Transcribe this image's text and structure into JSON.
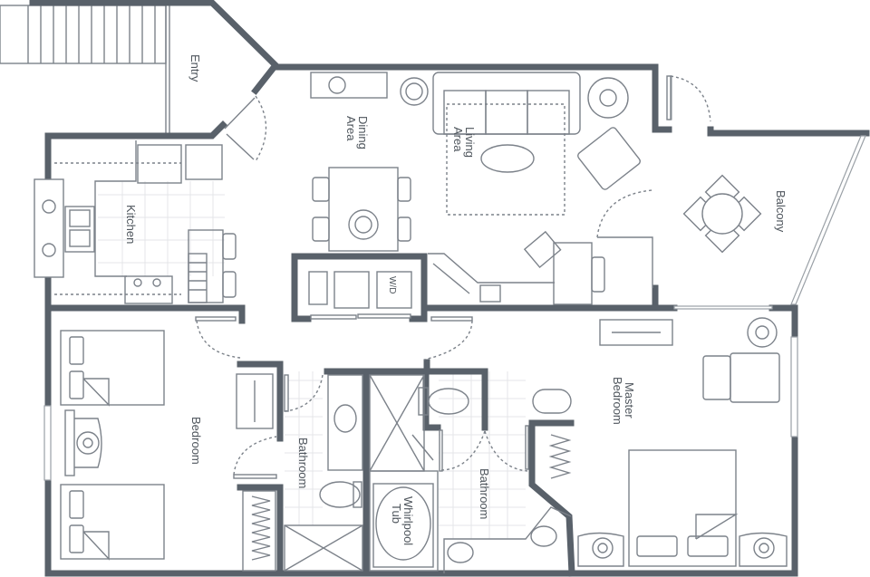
{
  "plan": {
    "wall_color": "#59616a",
    "line_color": "#7c828a",
    "background": "#ffffff"
  },
  "rooms": {
    "entry": "Entry",
    "dining": [
      "Dining",
      "Area"
    ],
    "living": [
      "Living",
      "Area"
    ],
    "kitchen": "Kitchen",
    "balcony": "Balcony",
    "bedroom": "Bedroom",
    "bathroom_1": "Bathroom",
    "bathroom_2": "Bathroom",
    "whirlpool": [
      "Whirlpool",
      "Tub"
    ],
    "master": [
      "Master",
      "Bedroom"
    ]
  },
  "fixtures": {
    "washer_dryer": "W/D"
  }
}
